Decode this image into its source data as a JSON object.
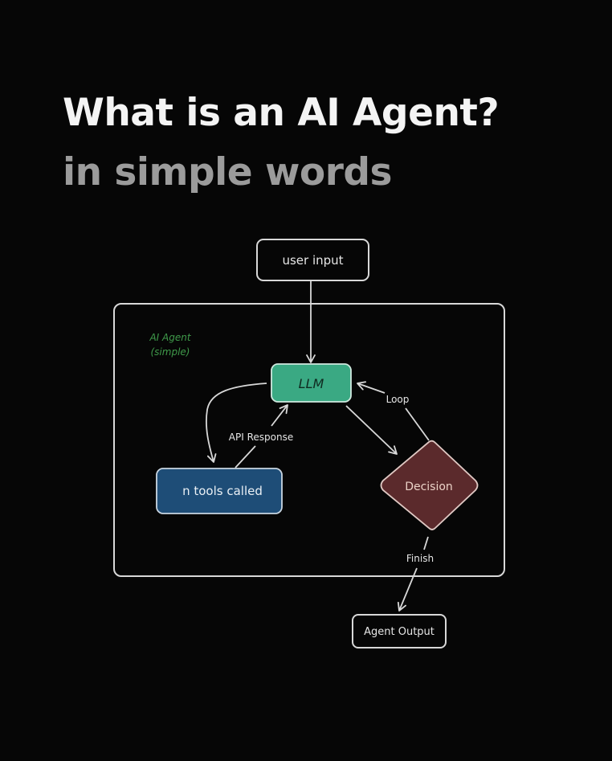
{
  "header": {
    "title": "What is an AI Agent?",
    "subtitle": "in simple words"
  },
  "diagram": {
    "container_label_line1": "AI Agent",
    "container_label_line2": "(simple)",
    "nodes": {
      "user_input": "user input",
      "llm": "LLM",
      "tools": "n tools called",
      "decision": "Decision",
      "agent_output": "Agent Output"
    },
    "edge_labels": {
      "api_response": "API Response",
      "loop": "Loop",
      "finish": "Finish"
    },
    "edges": [
      {
        "from": "user input",
        "to": "LLM",
        "label": ""
      },
      {
        "from": "LLM",
        "to": "n tools called",
        "label": ""
      },
      {
        "from": "n tools called",
        "to": "LLM",
        "label": "API Response"
      },
      {
        "from": "LLM",
        "to": "Decision",
        "label": ""
      },
      {
        "from": "Decision",
        "to": "LLM",
        "label": "Loop"
      },
      {
        "from": "Decision",
        "to": "Agent Output",
        "label": "Finish"
      }
    ],
    "colors": {
      "background": "#060606",
      "stroke": "#d8d8d8",
      "llm_fill": "#3aa983",
      "tools_fill": "#1e4d77",
      "decision_fill": "#5b2a2c",
      "container_label": "#3f9a4a",
      "llm_text": "#0f2a20",
      "decision_text": "#ecd3c8"
    }
  }
}
